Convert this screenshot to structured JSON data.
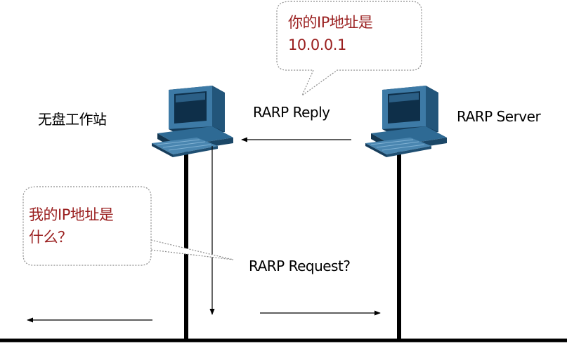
{
  "labels": {
    "workstation": "无盘工作站",
    "server": "RARP Server",
    "reply": "RARP Reply",
    "request": "RARP Request?"
  },
  "bubbles": {
    "server_says": {
      "line1": "你的IP地址是",
      "line2": "10.0.0.1"
    },
    "client_asks": {
      "line1": "我的IP地址是",
      "line2": "什么？"
    }
  },
  "colors": {
    "bubble_text": "#9a1f1f",
    "bus": "#000000",
    "computer_blue": "#1f4f72"
  },
  "icons": {
    "workstation": "desktop-computer-icon",
    "server": "desktop-computer-icon"
  }
}
